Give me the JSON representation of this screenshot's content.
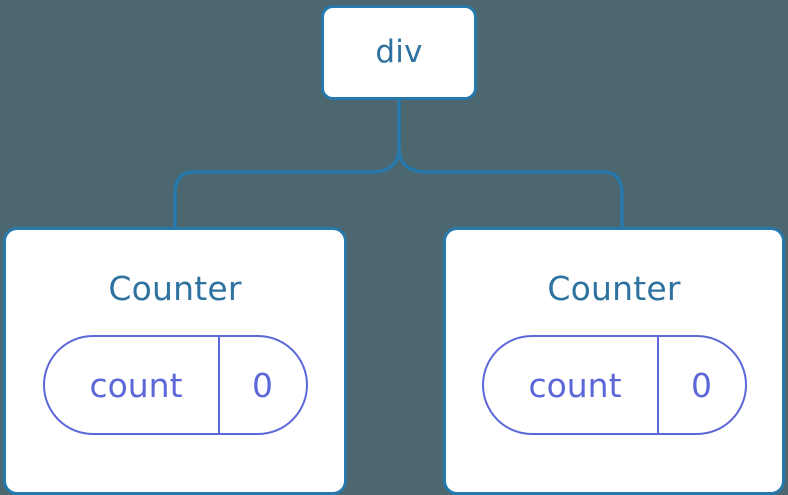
{
  "diagram": {
    "type": "component-tree",
    "background_color": "#4c6770",
    "node_border_color": "#2779ab",
    "node_text_color": "#2e72a0",
    "state_pill_color": "#5c67d8",
    "connector_color": "#2779ab",
    "root": {
      "label": "div"
    },
    "children": [
      {
        "label": "Counter",
        "state": {
          "key": "count",
          "value": "0"
        }
      },
      {
        "label": "Counter",
        "state": {
          "key": "count",
          "value": "0"
        }
      }
    ]
  }
}
